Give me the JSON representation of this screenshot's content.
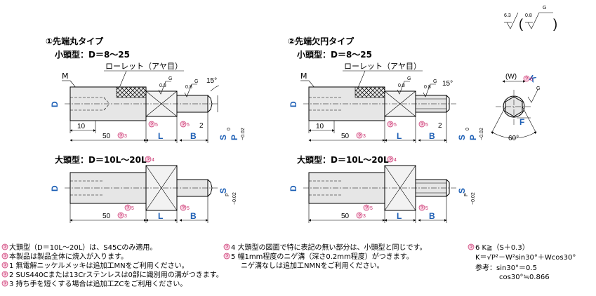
{
  "roughness": {
    "general": "6.3",
    "paren_a": "0.8",
    "paren_b": "G"
  },
  "sections": {
    "round": {
      "title": "①先端丸タイプ",
      "small": "小頭型：D＝8～25",
      "large": "大頭型：D＝10L～20L",
      "large_note": "4"
    },
    "cut": {
      "title": "②先端欠円タイプ",
      "small": "小頭型：D＝8～25",
      "large": "大頭型：D＝10L～20L",
      "large_note": "4"
    }
  },
  "labels": {
    "knurl": "ローレット（アヤ目）",
    "M": "M",
    "D": "D",
    "L": "L",
    "B": "B",
    "S": "S",
    "P": "P",
    "P_tol": "−0.02",
    "P_tol0": "0",
    "W": "(W)",
    "K": "K",
    "F": "F",
    "len10": "10",
    "len50": "50",
    "len2": "2",
    "angle15": "15°",
    "angle60": "60°",
    "r08": "0.8",
    "rG": "G",
    "note3": "3",
    "note5": "5",
    "note6": "6"
  },
  "notes_left": [
    "大頭型（D＝10L～20L）は、S45Cのみ適用。",
    "本製品は製品全体に焼入が入ります。",
    "1 無電解ニッケルメッキは追加工MNをご利用ください。",
    "2 SUS440Cまたは13Crステンレスは0部に識別用の溝がつきます。",
    "3 持ち手を短くする場合は追加工ZCをご利用ください。"
  ],
  "notes_mid": [
    "4 大頭型の図面で特に表記の無い部分は、小頭型と同じです。",
    "5 幅1mm程度のニゲ溝（深さ0.2mm程度）がつきます。",
    "ニゲ溝なしは追加工NMNをご利用ください。"
  ],
  "notes_right": [
    "6 K≧（S＋0.3）",
    "K＝√P²－W²sin30°＋Wcos30°",
    "参考：sin30°＝0.5",
    "cos30°≒0.866"
  ]
}
